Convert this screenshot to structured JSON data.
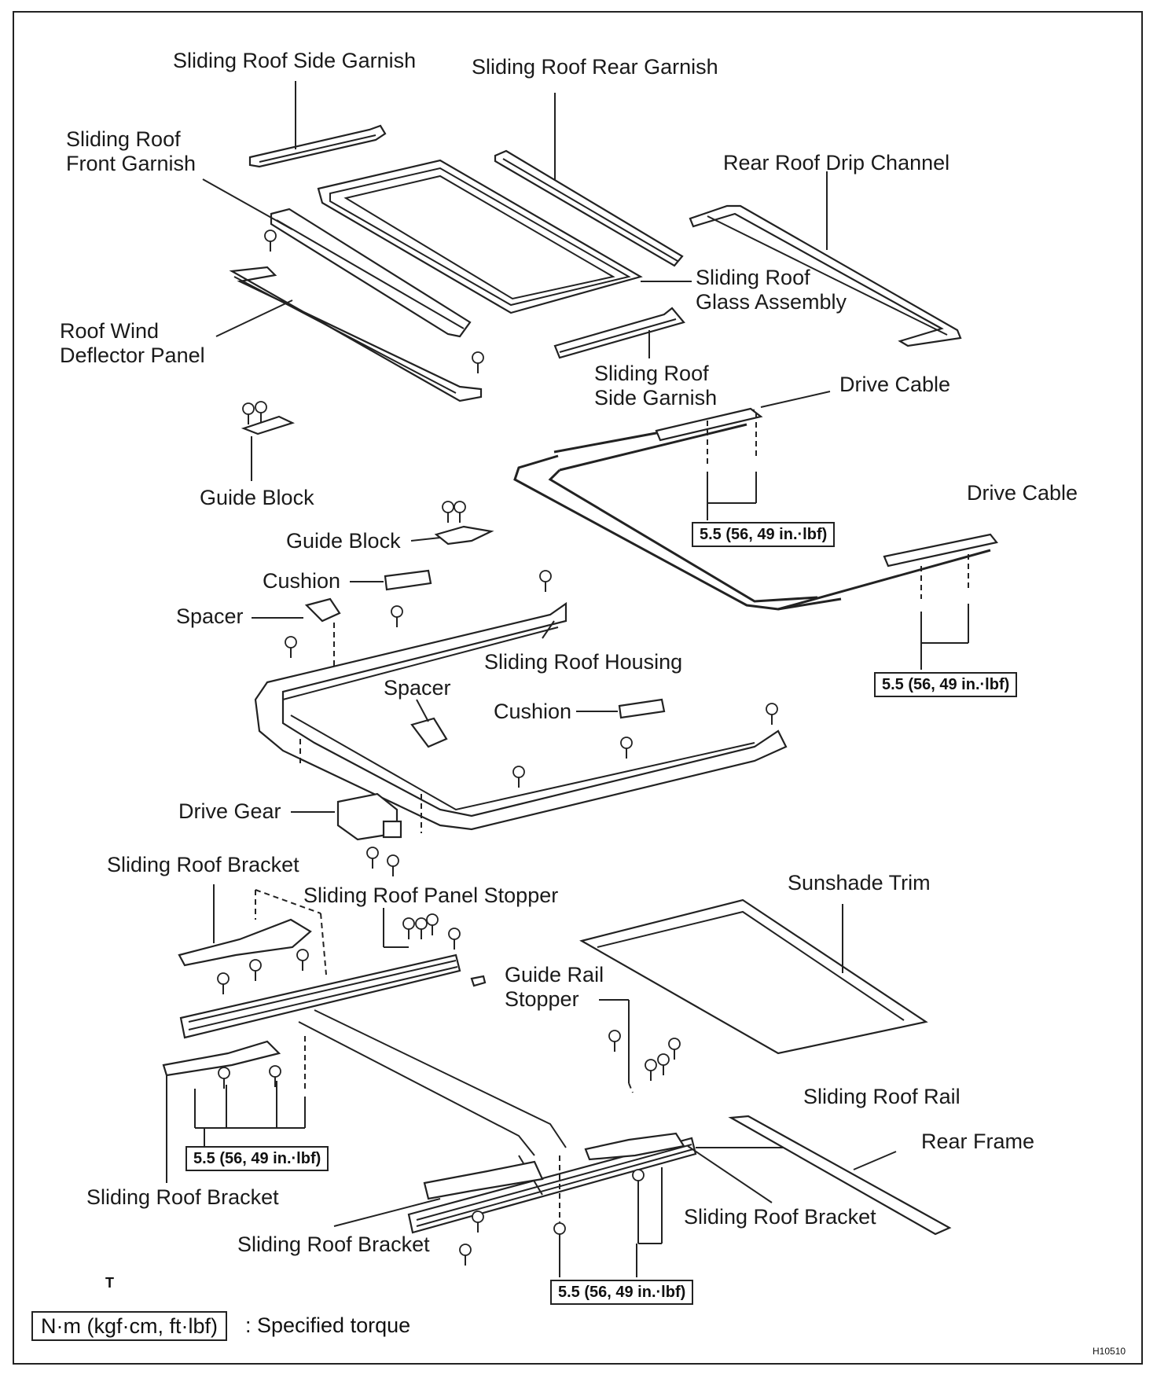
{
  "labels": {
    "side_garnish_top": "Sliding Roof Side Garnish",
    "rear_garnish": "Sliding Roof Rear Garnish",
    "front_garnish": "Sliding Roof\nFront Garnish",
    "rear_drip_channel": "Rear Roof Drip Channel",
    "glass_assembly": "Sliding Roof\nGlass Assembly",
    "wind_deflector": "Roof Wind\nDeflector Panel",
    "side_garnish_mid": "Sliding Roof\nSide Garnish",
    "drive_cable_1": "Drive Cable",
    "guide_block_1": "Guide Block",
    "drive_cable_2": "Drive Cable",
    "guide_block_2": "Guide Block",
    "cushion_1": "Cushion",
    "spacer_1": "Spacer",
    "housing": "Sliding Roof Housing",
    "spacer_2": "Spacer",
    "cushion_2": "Cushion",
    "drive_gear": "Drive Gear",
    "bracket_top_left": "Sliding Roof Bracket",
    "panel_stopper": "Sliding Roof Panel Stopper",
    "sunshade_trim": "Sunshade Trim",
    "guide_rail_stopper": "Guide Rail\nStopper",
    "roof_rail": "Sliding Roof Rail",
    "rear_frame": "Rear Frame",
    "bracket_bottom_left": "Sliding Roof Bracket",
    "bracket_bottom_mid": "Sliding Roof Bracket",
    "bracket_bottom_right": "Sliding Roof Bracket"
  },
  "torque": {
    "drive_cable_upper": "5.5 (56, 49 in.·lbf)",
    "drive_cable_right": "5.5 (56, 49 in.·lbf)",
    "bracket_left": "5.5 (56, 49 in.·lbf)",
    "bracket_bottom": "5.5 (56, 49 in.·lbf)"
  },
  "legend": {
    "unit_box": "N·m (kgf·cm, ft·lbf)",
    "description": ": Specified torque"
  },
  "marker_t": "T",
  "figure_code": "H10510"
}
